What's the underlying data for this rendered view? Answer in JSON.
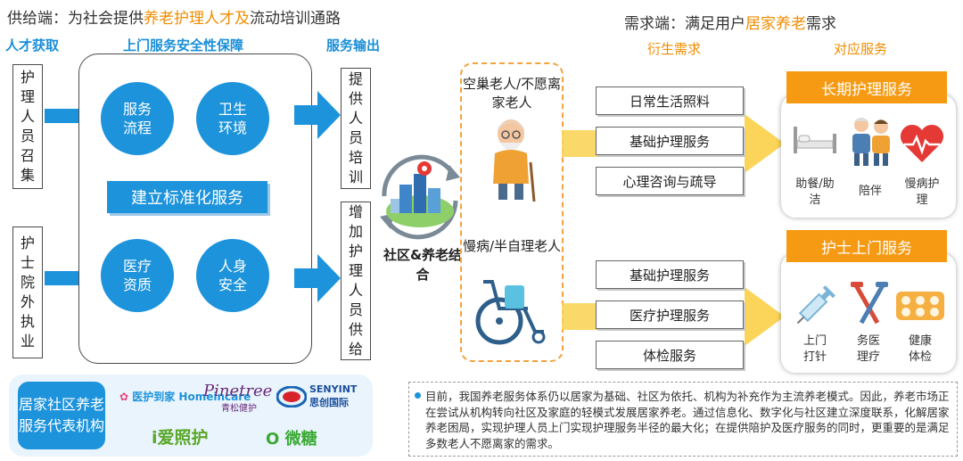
{
  "supply": {
    "title_prefix": "供给端：为社会提供",
    "title_hl1": "养老护理人才及",
    "title_suffix": "流动培训通路",
    "col_talent": "人才获取",
    "col_safety": "上门服务安全性保障",
    "col_output": "服务输出",
    "talent_box1": "护理人员召集",
    "talent_box2": "护士院外执业",
    "circle1": "服务流程",
    "circle2": "卫生环境",
    "circle3": "医疗资质",
    "circle4": "人身安全",
    "banner": "建立标准化服务",
    "output_box1": "提供人员培训",
    "output_box2": "增加护理人员供给",
    "brand_label": "居家社区养老服务代表机构",
    "brand_homeincare": "医护到家 Homeincare",
    "brand_pinetree": "Pinetree",
    "brand_pinetree_sub": "青松健护",
    "brand_senyint": "SENYINT",
    "brand_senyint_sub": "思创国际",
    "brand_aizhaohu": "i爱照护",
    "brand_weitang": "O 微糖"
  },
  "center": {
    "label": "社区&养老结合"
  },
  "demand": {
    "title_prefix": "需求端：满足用户",
    "title_hl": "居家养老",
    "title_suffix": "需求",
    "col_derived": "衍生需求",
    "col_service": "对应服务",
    "elder1": "空巢老人/不愿离家老人",
    "elder2": "慢病/半自理老人",
    "needs_top": [
      "日常生活照料",
      "基础护理服务",
      "心理咨询与疏导"
    ],
    "needs_bottom": [
      "基础护理服务",
      "医疗护理服务",
      "体检服务"
    ],
    "panel1_title": "长期护理服务",
    "panel1_items": [
      "助餐/助洁",
      "陪伴",
      "慢病护理"
    ],
    "panel2_title": "护士上门服务",
    "panel2_items": [
      "上门打针",
      "务医理疗",
      "健康体检"
    ],
    "note": "目前，我国养老服务体系仍以居家为基础、社区为依托、机构为补充作为主流养老模式。因此，养老市场正在尝试从机构转向社区及家庭的轻模式发展居家养老。通过信息化、数字化与社区建立深度联系，化解居家养老困局，实现护理人员上门实现护理服务半径的最大化；在提供陪护及医疗服务的同时，更重要的是满足多数老人不愿离家的需求。"
  },
  "colors": {
    "blue": "#1d93dc",
    "orange": "#f59a12",
    "yellow_arrow": "#fbd45a"
  }
}
